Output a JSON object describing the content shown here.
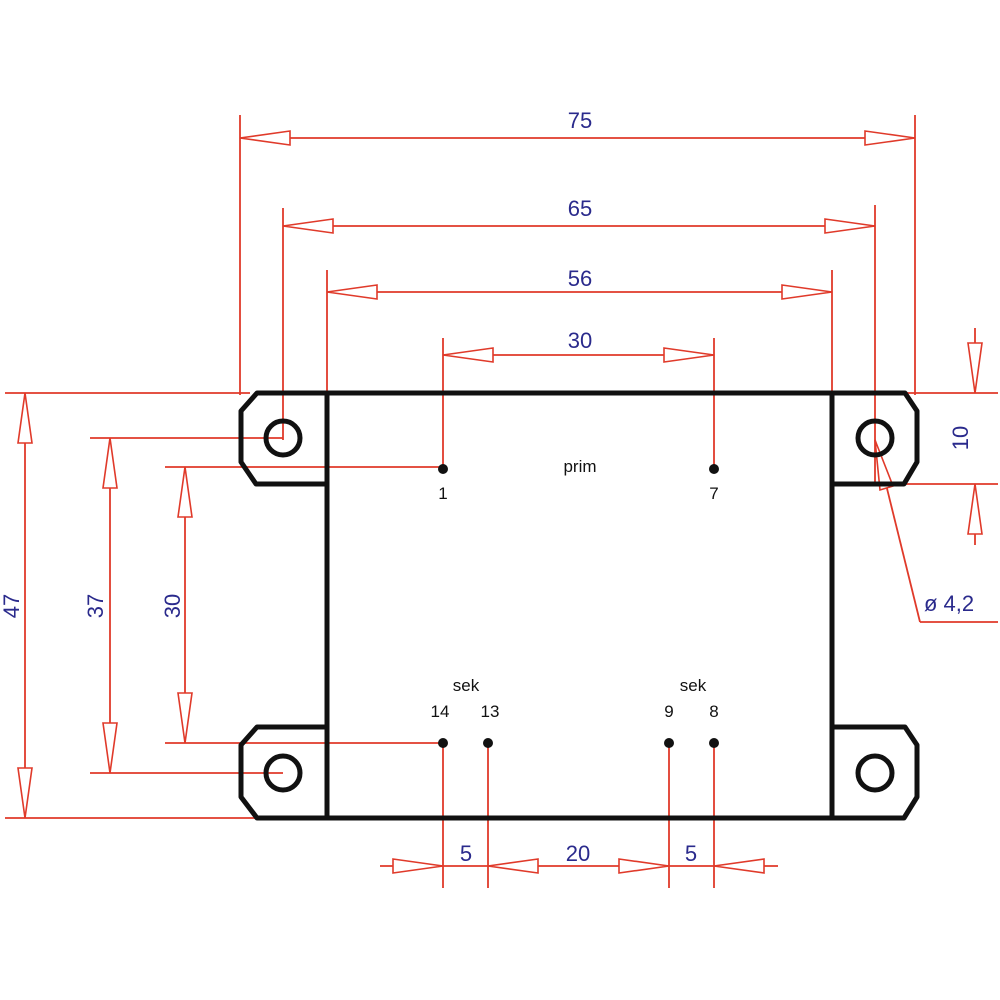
{
  "dimensions": {
    "overall_width": "75",
    "hole_spacing": "65",
    "body_width": "56",
    "primary_pin_spacing": "30",
    "overall_height": "47",
    "hole_vertical_spacing": "37",
    "pin_vertical_spacing": "30",
    "flange_height": "10",
    "hole_diameter": "ø 4,2",
    "sek_pin_pair_left": "5",
    "sek_pin_gap": "20",
    "sek_pin_pair_right": "5"
  },
  "labels": {
    "primary": "prim",
    "secondary_left": "sek",
    "secondary_right": "sek"
  },
  "pins": {
    "p1": "1",
    "p7": "7",
    "p14": "14",
    "p13": "13",
    "p9": "9",
    "p8": "8"
  },
  "colors": {
    "dimension_lines": "#e03a2a",
    "dimension_text": "#2a2a8c",
    "outline": "#111111"
  }
}
